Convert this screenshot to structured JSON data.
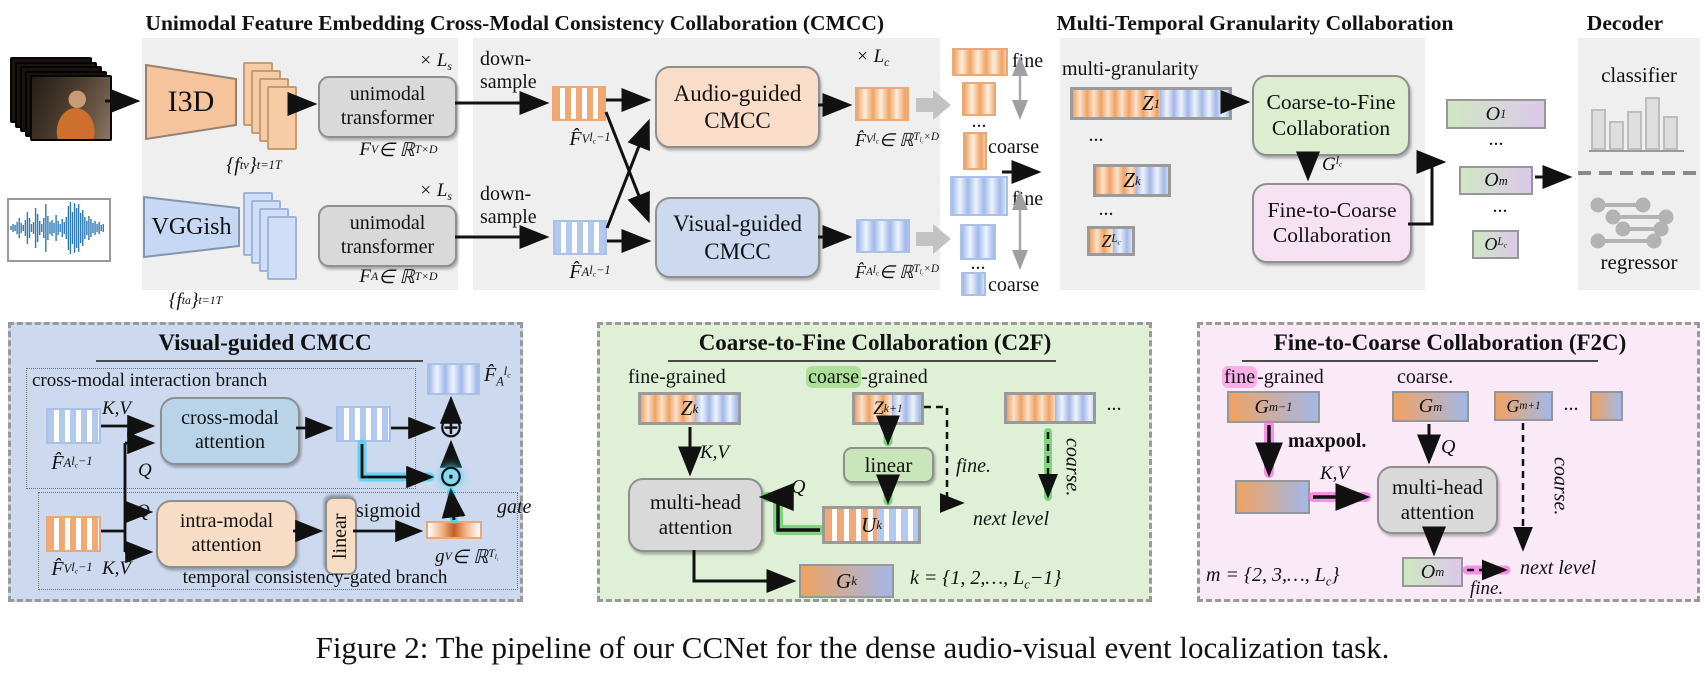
{
  "caption": "Figure 2: The pipeline of our CCNet for the dense audio-visual event localization task.",
  "unimodal": {
    "header": "Unimodal Feature Embedding",
    "i3d": "I3D",
    "vggish": "VGGish",
    "transformer": "unimodal transformer",
    "times_ls": "× L_{s}",
    "video_feats": "{f_{t}^{v}}_{t=1}^{T}",
    "audio_feats": "{f_{t}^{a}}_{t=1}^{T}",
    "fv": "F_{V} ∈ ℝ^{T×D}",
    "fa": "F_{A} ∈ ℝ^{T×D}"
  },
  "cmcc": {
    "header": "Cross-Modal Consistency Collaboration (CMCC)",
    "downsample": "down-sample",
    "fv_in": "F̂_{V}^{l_{c}−1}",
    "fa_in": "F̂_{A}^{l_{c}−1}",
    "audio_node": "Audio-guided CMCC",
    "visual_node": "Visual-guided CMCC",
    "times_lc": "× L_{c}",
    "fv_out": "F̂_{V}^{l_{c}} ∈ ℝ^{T_{l_{c}}×D}",
    "fa_out": "F̂_{A}^{l_{c}} ∈ ℝ^{T_{l_{c}}×D}",
    "fine": "fine",
    "coarse": "coarse"
  },
  "mtgc": {
    "header": "Multi-Temporal Granularity Collaboration",
    "multi_granularity": "multi-granularity",
    "z1": "Z^{1}",
    "zk": "Z^{k}",
    "zlc": "Z^{L_{c}}",
    "c2f_node": "Coarse-to-Fine Collaboration",
    "f2c_node": "Fine-to-Coarse Collaboration",
    "glc": "G^{l_{c}}",
    "o1": "O^{1}",
    "om": "O^{m}",
    "olc": "O^{L_{c}}",
    "dots": "..."
  },
  "decoder": {
    "header": "Decoder",
    "classifier": "classifier",
    "regressor": "regressor"
  },
  "vg": {
    "title": "Visual-guided CMCC",
    "branch_top": "cross-modal interaction branch",
    "branch_bottom": "temporal consistency-gated branch",
    "fa_in": "F̂_{A}^{l_{c}−1}",
    "fv_in": "F̂_{V}^{l_{c}−1}",
    "fa_out": "F̂_{A}^{l_{c}}",
    "cross_attn": "cross-modal attention",
    "intra_attn": "intra-modal attention",
    "linear": "linear",
    "sigmoid": "sigmoid",
    "gate": "gate",
    "gv": "g_{V} ∈ ℝ^{T_{l_{c}}}",
    "kv": "K,V",
    "q": "Q",
    "plus": "⊕",
    "dot": "⊙"
  },
  "c2f": {
    "title": "Coarse-to-Fine Collaboration (C2F)",
    "fine_grained": "fine-grained",
    "coarse_hl": "coarse",
    "coarse_rest": "-grained",
    "zk": "Z^{k}",
    "zk1": "Z^{k+1}",
    "uk": "U^{k}",
    "gk": "G^{k}",
    "mha": "multi-head attention",
    "linear": "linear",
    "kv": "K,V",
    "q": "Q",
    "fine_abbr": "fine.",
    "coarse_abbr": "coarse.",
    "next_level": "next level",
    "k_range": "k = {1, 2,…, L_{c}−1}",
    "dots": "..."
  },
  "f2c": {
    "title": "Fine-to-Coarse Collaboration (F2C)",
    "fine_hl": "fine",
    "fine_rest": "-grained",
    "coarse_top": "coarse.",
    "gm_prev": "G^{m−1}",
    "gm": "G^{m}",
    "gm_next": "G^{m+1}",
    "maxpool": "maxpool.",
    "mha": "multi-head attention",
    "om": "O^{m}",
    "kv": "K,V",
    "q": "Q",
    "coarse_abbr": "coarse.",
    "fine_abbr": "fine.",
    "next_level": "next level",
    "m_range": "m = {2, 3,…, L_{c}}",
    "dots": "..."
  }
}
